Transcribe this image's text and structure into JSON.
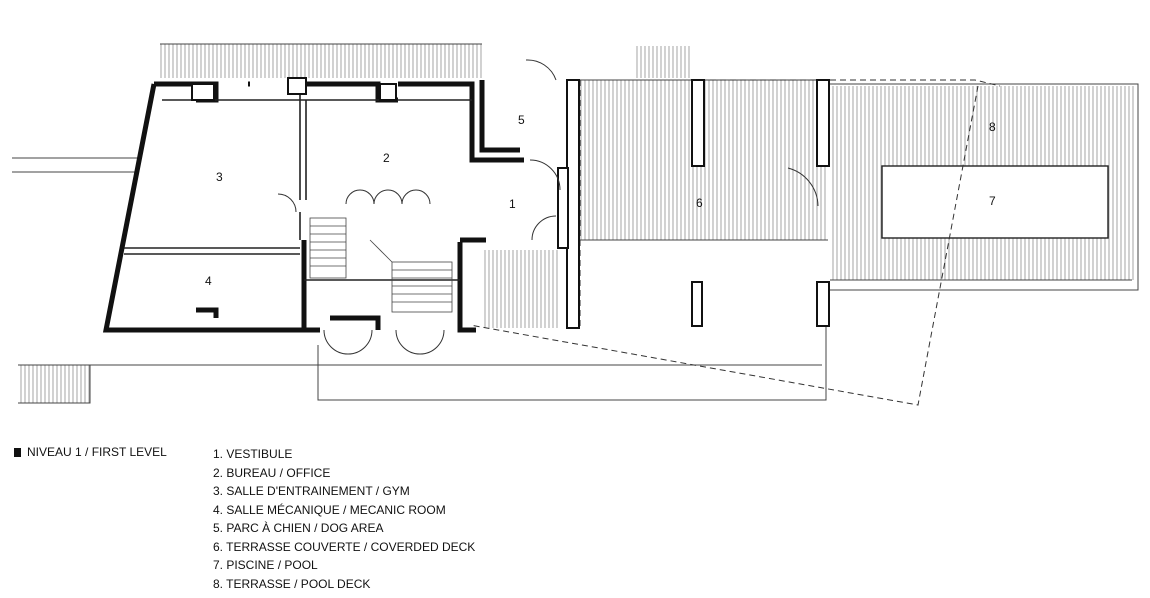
{
  "plan": {
    "rooms": [
      {
        "number": "1"
      },
      {
        "number": "2"
      },
      {
        "number": "3"
      },
      {
        "number": "4"
      },
      {
        "number": "5"
      },
      {
        "number": "6"
      },
      {
        "number": "7"
      },
      {
        "number": "8"
      }
    ]
  },
  "legend": {
    "level_label": "NIVEAU 1 / FIRST LEVEL",
    "items": [
      "1. VESTIBULE",
      "2. BUREAU / OFFICE",
      "3. SALLE D'ENTRAINEMENT / GYM",
      "4. SALLE MÉCANIQUE / MECANIC ROOM",
      "5. PARC À CHIEN / DOG AREA",
      "6. TERRASSE COUVERTE / COVERDED DECK",
      "7. PISCINE / POOL",
      "8. TERRASSE  / POOL DECK"
    ]
  }
}
